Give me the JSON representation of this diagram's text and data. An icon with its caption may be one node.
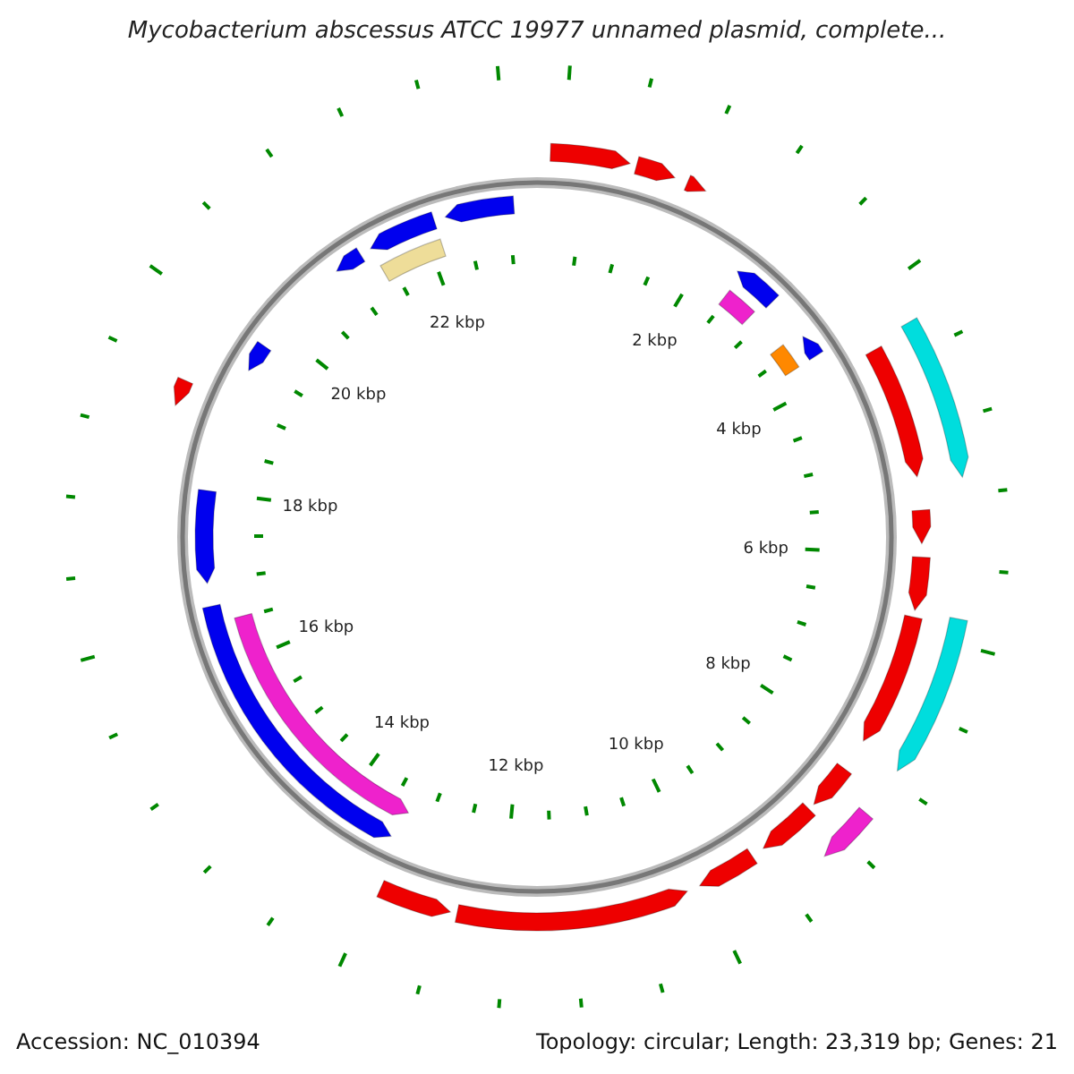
{
  "diagram": {
    "title": "Mycobacterium abscessus ATCC 19977 unnamed plasmid, complete...",
    "labels": [
      "2 kbp",
      "4 kbp",
      "6 kbp",
      "8 kbp",
      "10 kbp",
      "12 kbp",
      "14 kbp",
      "16 kbp",
      "18 kbp",
      "20 kbp",
      "22 kbp",
      "Accession: NC_010394",
      "Topology: circular; Length: 23,319 bp; Genes: 21"
    ]
  }
}
